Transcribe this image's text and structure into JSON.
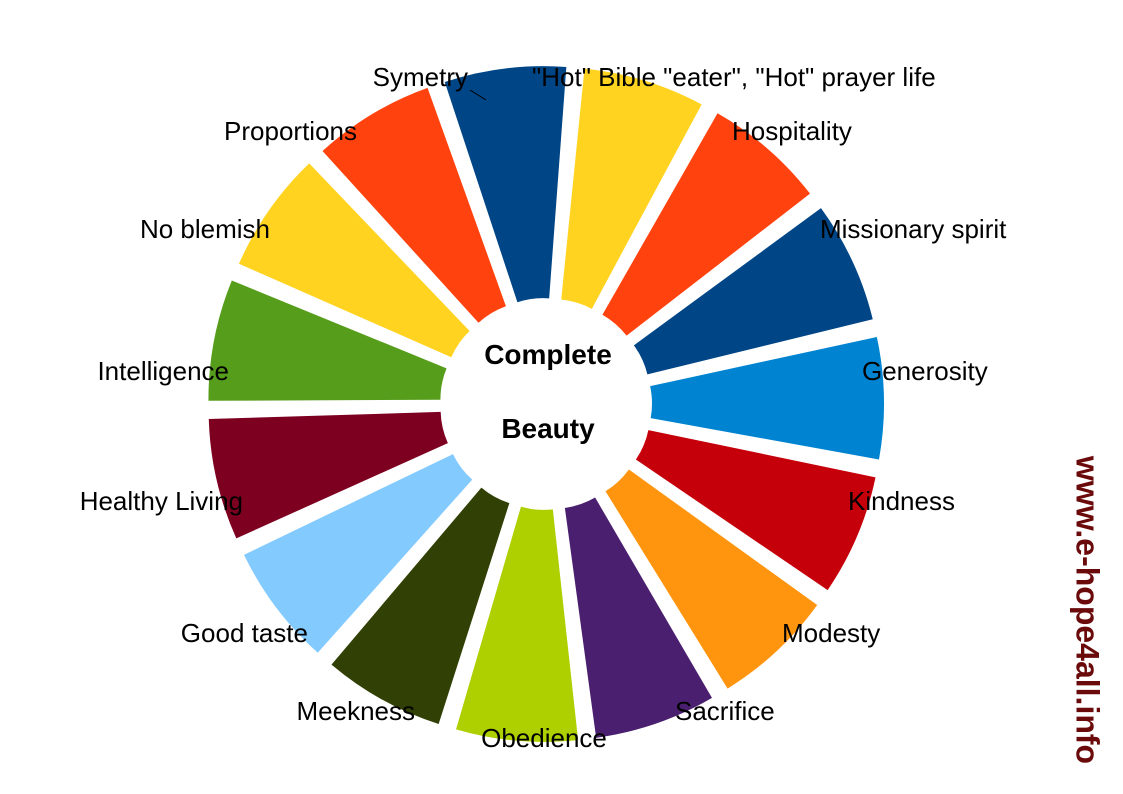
{
  "chart_data": {
    "type": "pie",
    "title": "",
    "center_text": [
      "Complete",
      "Beauty"
    ],
    "categories": [
      "\"Hot\" Bible \"eater\",  \"Hot\" prayer life",
      "Hospitality",
      "Missionary spirit",
      "Generosity",
      "Kindness",
      "Modesty",
      "Sacrifice",
      "Obedience",
      "Meekness",
      "Good taste",
      "Healthy Living",
      "Intelligence",
      "No blemish",
      "Proportions",
      "Symetry"
    ],
    "values": [
      1,
      1,
      1,
      1,
      1,
      1,
      1,
      1,
      1,
      1,
      1,
      1,
      1,
      1,
      1
    ],
    "colors": [
      "#FFD320",
      "#FF420E",
      "#004586",
      "#0084D1",
      "#C5000B",
      "#FF950E",
      "#4B1F6F",
      "#AECF00",
      "#314004",
      "#83CAFF",
      "#7E0021",
      "#579D1C",
      "#FFD320",
      "#FF420E",
      "#004586"
    ],
    "exploded": true,
    "legend": "none"
  },
  "watermark": "www.e-hope4all.info"
}
